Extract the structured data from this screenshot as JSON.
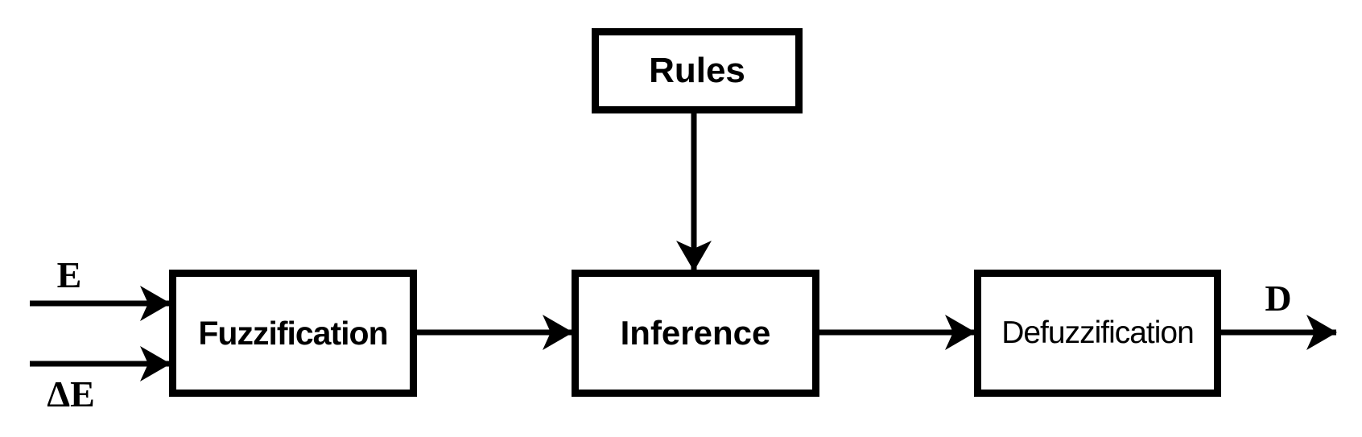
{
  "diagram": {
    "background_color": "#ffffff",
    "line_color": "#000000",
    "box_fill": "#ffffff",
    "nodes": {
      "rules": {
        "label": "Rules"
      },
      "fuzzification": {
        "label": "Fuzzification"
      },
      "inference": {
        "label": "Inference"
      },
      "defuzzification": {
        "label": "Defuzzification"
      }
    },
    "io_labels": {
      "input_top": "E",
      "input_bottom": "ΔE",
      "output": "D"
    },
    "edges": [
      {
        "from": "E",
        "to": "Fuzzification",
        "style": "arrow"
      },
      {
        "from": "ΔE",
        "to": "Fuzzification",
        "style": "arrow"
      },
      {
        "from": "Rules",
        "to": "Inference",
        "style": "arrow"
      },
      {
        "from": "Fuzzification",
        "to": "Inference",
        "style": "arrow"
      },
      {
        "from": "Inference",
        "to": "Defuzzification",
        "style": "arrow"
      },
      {
        "from": "Defuzzification",
        "to": "D",
        "style": "arrow"
      }
    ]
  }
}
